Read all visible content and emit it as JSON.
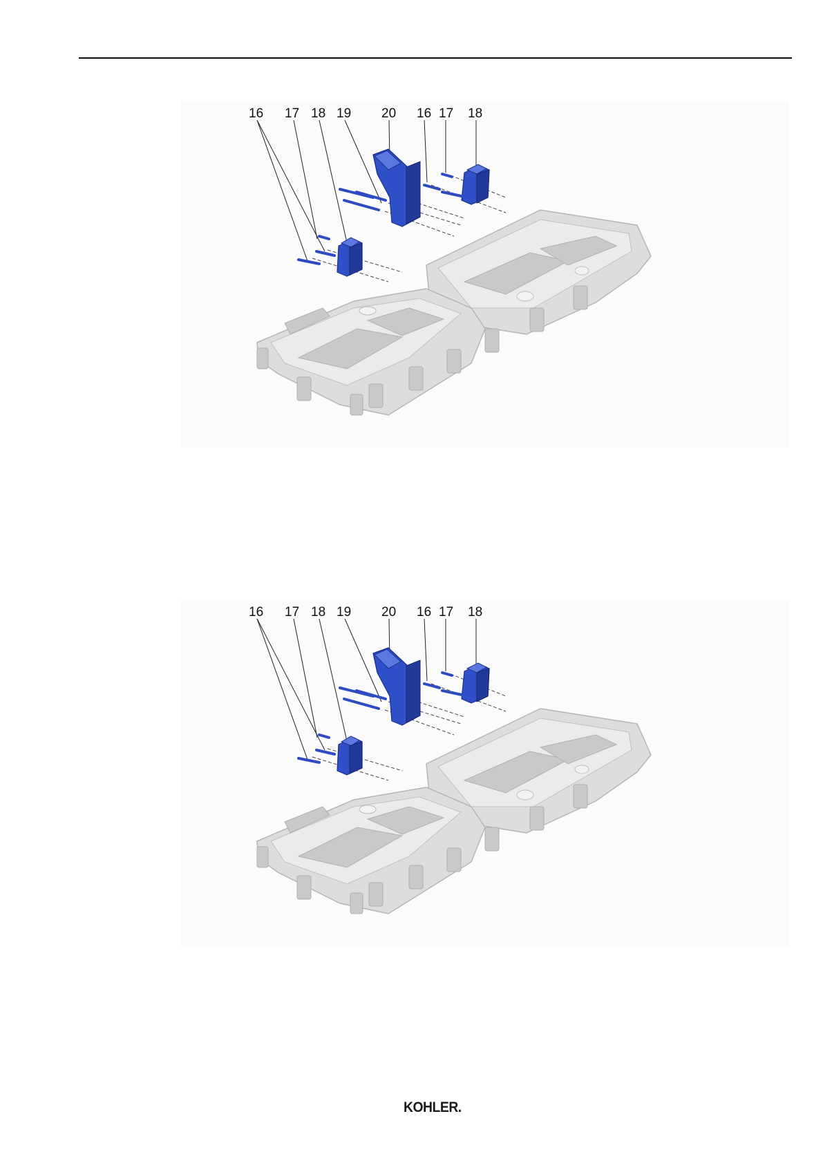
{
  "figures": [
    {
      "callouts": [
        "16",
        "17",
        "18",
        "19",
        "20",
        "16",
        "17",
        "18"
      ]
    },
    {
      "callouts": [
        "16",
        "17",
        "18",
        "19",
        "20",
        "16",
        "17",
        "18"
      ]
    }
  ],
  "footer": {
    "logo_text": "KOHLER."
  },
  "colors": {
    "part_highlight": "#2f50c8",
    "frame": "#dddddd",
    "rule": "#111111"
  }
}
